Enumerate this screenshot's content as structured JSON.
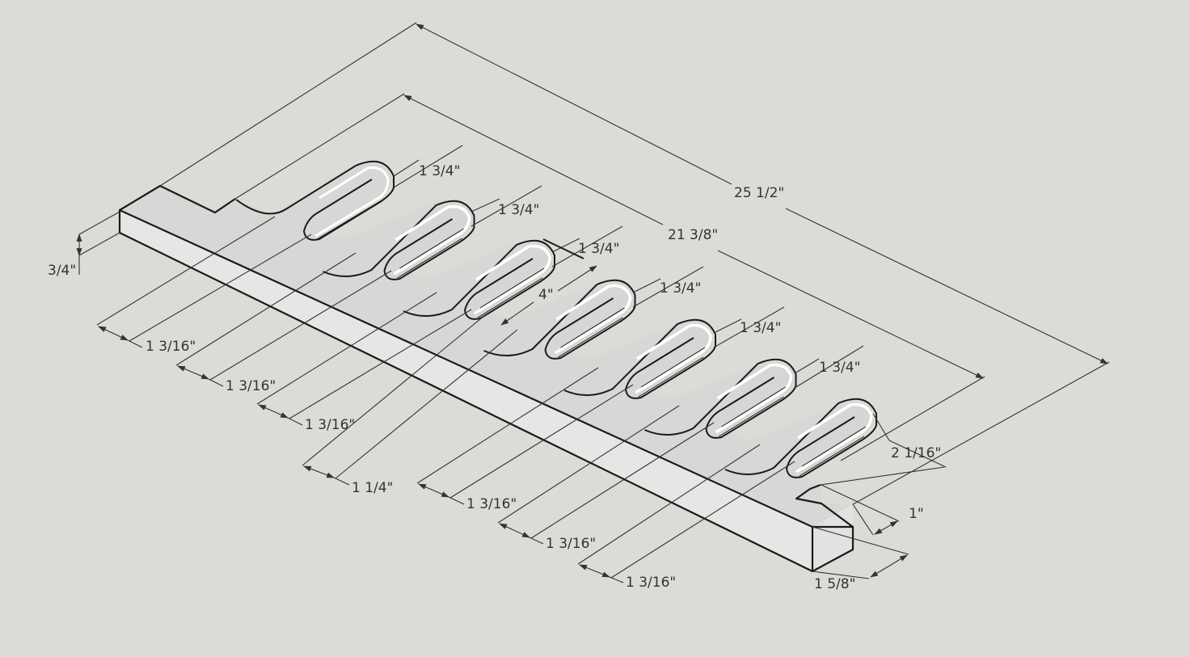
{
  "drawing": {
    "type": "isometric 3D model with dimensions",
    "background": "#dcdbd7",
    "face_top_color": "#d8d7d5",
    "face_side_color": "#e6e6e5",
    "edge_color": "#1a1a1a",
    "dim_color": "#333333"
  },
  "dimensions": {
    "thickness": "3/4\"",
    "overall_length": "25 1/2\"",
    "slot_span_length": "21 3/8\"",
    "slot_depth": "4\"",
    "slot_width_labels": [
      "1 3/4\"",
      "1 3/4\"",
      "1 3/4\"",
      "1 3/4\"",
      "1 3/4\"",
      "1 3/4\""
    ],
    "finger_spacing_labels": [
      "1 3/16\"",
      "1 3/16\"",
      "1 3/16\"",
      "1 1/4\"",
      "1 3/16\"",
      "1 3/16\"",
      "1 3/16\""
    ],
    "end_offset": "2 1/16\"",
    "notch_depth": "1\"",
    "board_width": "1 5/8\""
  }
}
